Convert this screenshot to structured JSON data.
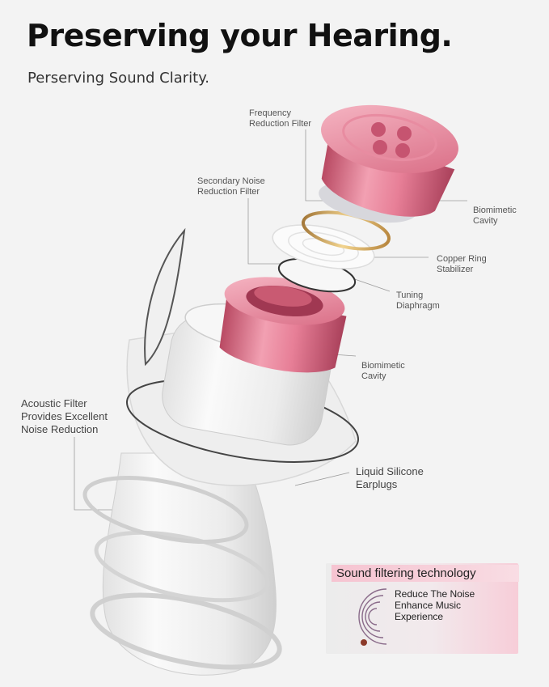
{
  "header": {
    "title": "Preserving your Hearing.",
    "subtitle": "Perserving Sound Clarity."
  },
  "callouts": {
    "frequency_filter": "Frequency\nReduction Filter",
    "secondary_filter": "Secondary Noise\nReduction Filter",
    "biomimetic_cavity_top": "Biomimetic\nCavity",
    "copper_ring": "Copper Ring\nStabilizer",
    "tuning_diaphragm": "Tuning\nDiaphragm",
    "biomimetic_cavity_bottom": "Biomimetic\nCavity",
    "acoustic_filter": "Acoustic Filter\nProvides Excellent\nNoise Reduction",
    "liquid_silicone": "Liquid Silicone\nEarplugs"
  },
  "badge": {
    "title": "Sound filtering technology",
    "text": "Reduce The Noise\nEnhance Music\nExperience"
  },
  "colors": {
    "accent_pink": "#d9677f",
    "ring_gold": "#c9a35a",
    "badge_pink": "#f6c4d1"
  }
}
